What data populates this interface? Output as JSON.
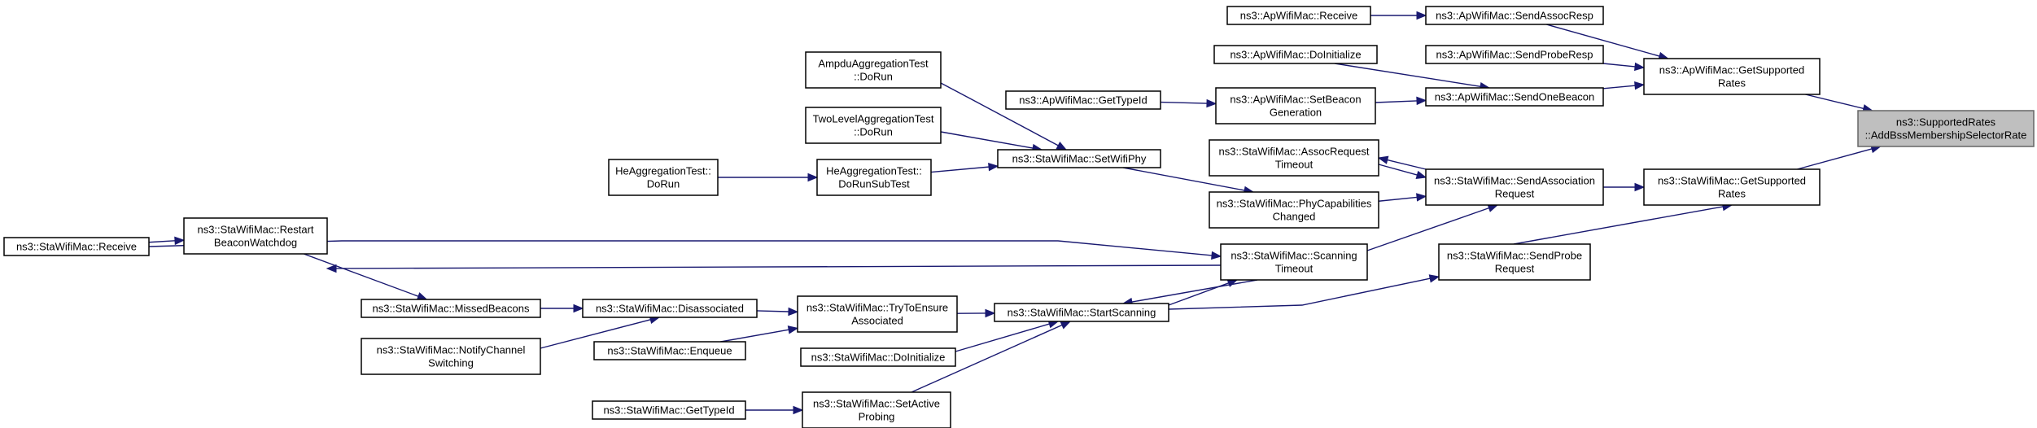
{
  "diagram": {
    "type": "call-graph",
    "colors": {
      "edge": "#191970",
      "node_border": "#000000",
      "root_fill": "#bfbfbf",
      "root_border": "#666666",
      "node_fill": "#ffffff"
    },
    "nodes": {
      "root": {
        "lines": [
          "ns3::SupportedRates",
          "::AddBssMembershipSelectorRate"
        ]
      },
      "ap_getsupportedrates": {
        "lines": [
          "ns3::ApWifiMac::GetSupported",
          "Rates"
        ]
      },
      "sta_getsupportedrates": {
        "lines": [
          "ns3::StaWifiMac::GetSupported",
          "Rates"
        ]
      },
      "ap_sendassocresp": {
        "lines": [
          "ns3::ApWifiMac::SendAssocResp"
        ]
      },
      "ap_sendproberesp": {
        "lines": [
          "ns3::ApWifiMac::SendProbeResp"
        ]
      },
      "ap_sendonebeacon": {
        "lines": [
          "ns3::ApWifiMac::SendOneBeacon"
        ]
      },
      "ap_receive": {
        "lines": [
          "ns3::ApWifiMac::Receive"
        ]
      },
      "ap_doinitialize": {
        "lines": [
          "ns3::ApWifiMac::DoInitialize"
        ]
      },
      "ap_setbeacongeneration": {
        "lines": [
          "ns3::ApWifiMac::SetBeacon",
          "Generation"
        ]
      },
      "ap_gettypeid": {
        "lines": [
          "ns3::ApWifiMac::GetTypeId"
        ]
      },
      "sta_sendassociationrequest": {
        "lines": [
          "ns3::StaWifiMac::SendAssociation",
          "Request"
        ]
      },
      "sta_sendproberequest": {
        "lines": [
          "ns3::StaWifiMac::SendProbe",
          "Request"
        ]
      },
      "sta_assocrequesttimeout": {
        "lines": [
          "ns3::StaWifiMac::AssocRequest",
          "Timeout"
        ]
      },
      "sta_phycapabilitieschanged": {
        "lines": [
          "ns3::StaWifiMac::PhyCapabilities",
          "Changed"
        ]
      },
      "sta_scanningtimeout": {
        "lines": [
          "ns3::StaWifiMac::Scanning",
          "Timeout"
        ]
      },
      "sta_setwifiphy": {
        "lines": [
          "ns3::StaWifiMac::SetWifiPhy"
        ]
      },
      "ampdu_dorun": {
        "lines": [
          "AmpduAggregationTest",
          "::DoRun"
        ]
      },
      "twolevel_dorun": {
        "lines": [
          "TwoLevelAggregationTest",
          "::DoRun"
        ]
      },
      "he_dorunsubtest": {
        "lines": [
          "HeAggregationTest::",
          "DoRunSubTest"
        ]
      },
      "he_dorun": {
        "lines": [
          "HeAggregationTest::",
          "DoRun"
        ]
      },
      "sta_startscanning": {
        "lines": [
          "ns3::StaWifiMac::StartScanning"
        ]
      },
      "sta_trytoensureassociated": {
        "lines": [
          "ns3::StaWifiMac::TryToEnsure",
          "Associated"
        ]
      },
      "sta_doinitialize": {
        "lines": [
          "ns3::StaWifiMac::DoInitialize"
        ]
      },
      "sta_setactiveprobing": {
        "lines": [
          "ns3::StaWifiMac::SetActive",
          "Probing"
        ]
      },
      "sta_gettypeid": {
        "lines": [
          "ns3::StaWifiMac::GetTypeId"
        ]
      },
      "sta_disassociated": {
        "lines": [
          "ns3::StaWifiMac::Disassociated"
        ]
      },
      "sta_enqueue": {
        "lines": [
          "ns3::StaWifiMac::Enqueue"
        ]
      },
      "sta_missedbeacons": {
        "lines": [
          "ns3::StaWifiMac::MissedBeacons"
        ]
      },
      "sta_notifychannelswitching": {
        "lines": [
          "ns3::StaWifiMac::NotifyChannel",
          "Switching"
        ]
      },
      "sta_restartbeaconwatchdog": {
        "lines": [
          "ns3::StaWifiMac::Restart",
          "BeaconWatchdog"
        ]
      },
      "sta_receive": {
        "lines": [
          "ns3::StaWifiMac::Receive"
        ]
      }
    },
    "edges": [
      [
        "ap_getsupportedrates",
        "root"
      ],
      [
        "sta_getsupportedrates",
        "root"
      ],
      [
        "ap_sendassocresp",
        "ap_getsupportedrates"
      ],
      [
        "ap_sendproberesp",
        "ap_getsupportedrates"
      ],
      [
        "ap_sendonebeacon",
        "ap_getsupportedrates"
      ],
      [
        "ap_receive",
        "ap_sendassocresp"
      ],
      [
        "ap_doinitialize",
        "ap_sendonebeacon"
      ],
      [
        "ap_setbeacongeneration",
        "ap_sendonebeacon"
      ],
      [
        "ap_gettypeid",
        "ap_setbeacongeneration"
      ],
      [
        "sta_sendassociationrequest",
        "sta_getsupportedrates"
      ],
      [
        "sta_sendproberequest",
        "sta_getsupportedrates"
      ],
      [
        "sta_assocrequesttimeout",
        "sta_sendassociationrequest"
      ],
      [
        "sta_sendassociationrequest",
        "sta_assocrequesttimeout"
      ],
      [
        "sta_phycapabilitieschanged",
        "sta_sendassociationrequest"
      ],
      [
        "sta_scanningtimeout",
        "sta_sendassociationrequest"
      ],
      [
        "sta_setwifiphy",
        "sta_phycapabilitieschanged"
      ],
      [
        "ampdu_dorun",
        "sta_setwifiphy"
      ],
      [
        "twolevel_dorun",
        "sta_setwifiphy"
      ],
      [
        "he_dorunsubtest",
        "sta_setwifiphy"
      ],
      [
        "he_dorun",
        "he_dorunsubtest"
      ],
      [
        "sta_startscanning",
        "sta_sendproberequest"
      ],
      [
        "sta_startscanning",
        "sta_scanningtimeout"
      ],
      [
        "sta_scanningtimeout",
        "sta_startscanning"
      ],
      [
        "sta_scanningtimeout",
        "sta_restartbeaconwatchdog"
      ],
      [
        "sta_trytoensureassociated",
        "sta_startscanning"
      ],
      [
        "sta_doinitialize",
        "sta_startscanning"
      ],
      [
        "sta_setactiveprobing",
        "sta_startscanning"
      ],
      [
        "sta_gettypeid",
        "sta_setactiveprobing"
      ],
      [
        "sta_disassociated",
        "sta_trytoensureassociated"
      ],
      [
        "sta_missedbeacons",
        "sta_disassociated"
      ],
      [
        "sta_notifychannelswitching",
        "sta_disassociated"
      ],
      [
        "sta_enqueue",
        "sta_trytoensureassociated"
      ],
      [
        "sta_restartbeaconwatchdog",
        "sta_missedbeacons"
      ],
      [
        "sta_receive",
        "sta_restartbeaconwatchdog"
      ],
      [
        "sta_receive",
        "sta_scanningtimeout"
      ]
    ]
  }
}
